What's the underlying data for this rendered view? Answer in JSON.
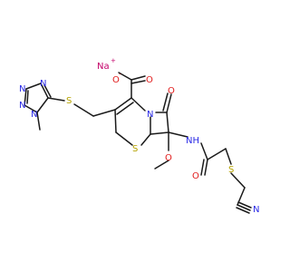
{
  "molecule": {
    "counterion": {
      "text": "Na",
      "charge": "+",
      "color": "#c4006a"
    },
    "carboxylate": {
      "oxygen": "O",
      "charge": "-",
      "carbonyl_oxygen": "O"
    },
    "atoms": {
      "tetrazole_n1": "N",
      "tetrazole_n2": "N",
      "tetrazole_n3": "N",
      "tetrazole_n4": "N",
      "thioether_s1": "S",
      "ring_n": "N",
      "beta_lactam_o": "O",
      "ring_s": "S",
      "methoxy_o": "O",
      "amide_nh": "NH",
      "amide_o": "O",
      "thioether_s2": "S",
      "nitrile_n": "N"
    },
    "colors": {
      "nitrogen": "#2a2ae6",
      "oxygen": "#e11b1b",
      "sulfur": "#b5a300",
      "sodium": "#c4006a",
      "bond": "#1a1a1a"
    }
  }
}
